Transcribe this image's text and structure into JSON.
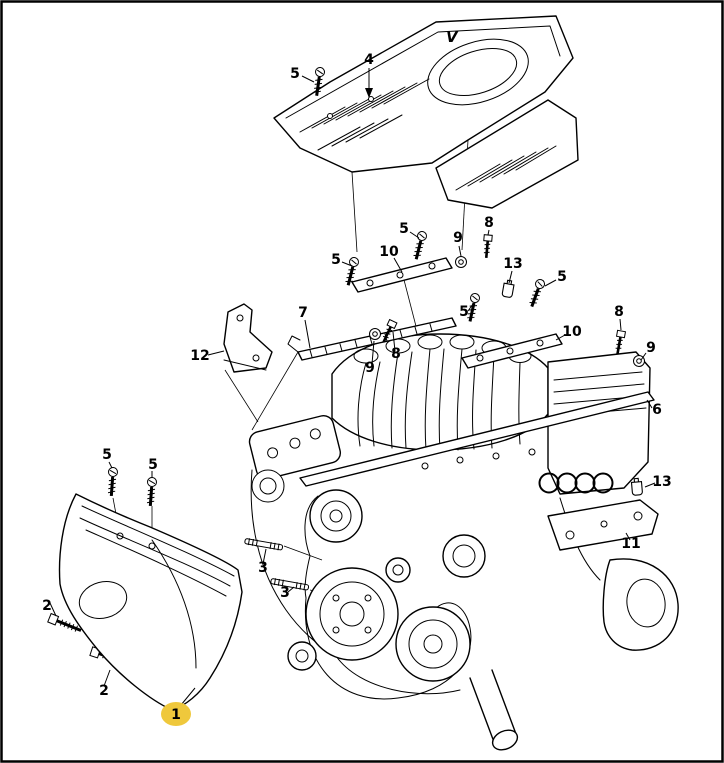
{
  "diagram": {
    "type": "exploded-parts-diagram",
    "badge": "V",
    "highlight_color": "#EFC83C",
    "line_color": "#000000",
    "background_color": "#FFFFFF",
    "highlighted_callout": "1",
    "callout_labels": [
      "5",
      "4",
      "5",
      "10",
      "5",
      "9",
      "8",
      "13",
      "5",
      "7",
      "5",
      "10",
      "8",
      "9",
      "12",
      "9",
      "8",
      "6",
      "5",
      "5",
      "13",
      "11",
      "3",
      "3",
      "2",
      "2",
      "1"
    ]
  }
}
